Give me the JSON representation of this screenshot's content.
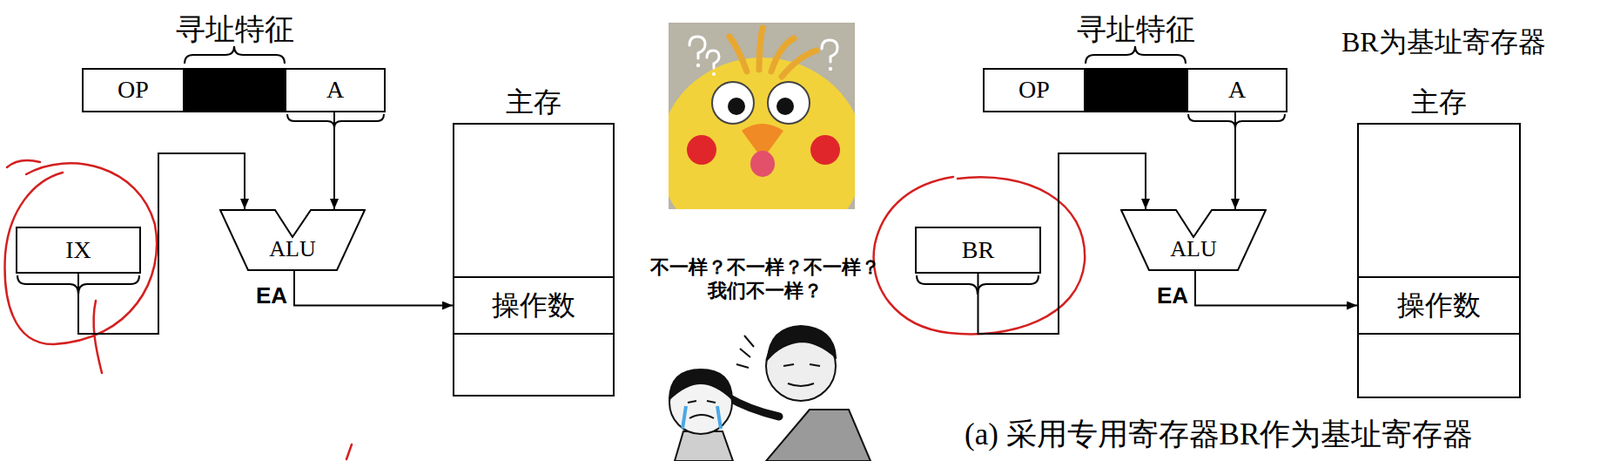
{
  "diagram": {
    "caption": "(a) 采用专用寄存器BR作为基址寄存器",
    "nodes": [
      {
        "text": [
          "OP"
        ]
      },
      {
        "text": [
          "A"
        ]
      },
      {
        "text": [
          "IX"
        ]
      },
      {
        "text": [
          "ALU"
        ]
      },
      {
        "text": [
          "主存"
        ]
      },
      {
        "text": [
          "操作数"
        ],
        "in": 4
      },
      {
        "text": [
          "OP"
        ]
      },
      {
        "text": [
          "A"
        ]
      },
      {
        "text": [
          "BR"
        ]
      },
      {
        "text": [
          "ALU"
        ]
      },
      {
        "text": [
          "主存"
        ]
      },
      {
        "text": [
          "操作数"
        ],
        "in": 10
      }
    ],
    "edges": [
      {
        "from": 2,
        "to": 3,
        "arrow": "to"
      },
      {
        "from": 1,
        "to": 3,
        "arrow": "to"
      },
      {
        "from": 3,
        "to": 5,
        "arrow": "to",
        "label": "EA"
      },
      {
        "from": 8,
        "to": 9,
        "arrow": "to"
      },
      {
        "from": 7,
        "to": 9,
        "arrow": "to"
      },
      {
        "from": 9,
        "to": 11,
        "arrow": "to",
        "label": "EA"
      }
    ],
    "labels": [
      "寻址特征",
      "不一样？不一样？不一样？",
      "我们不一样？",
      "寻址特征",
      "BR为基址寄存器"
    ]
  }
}
